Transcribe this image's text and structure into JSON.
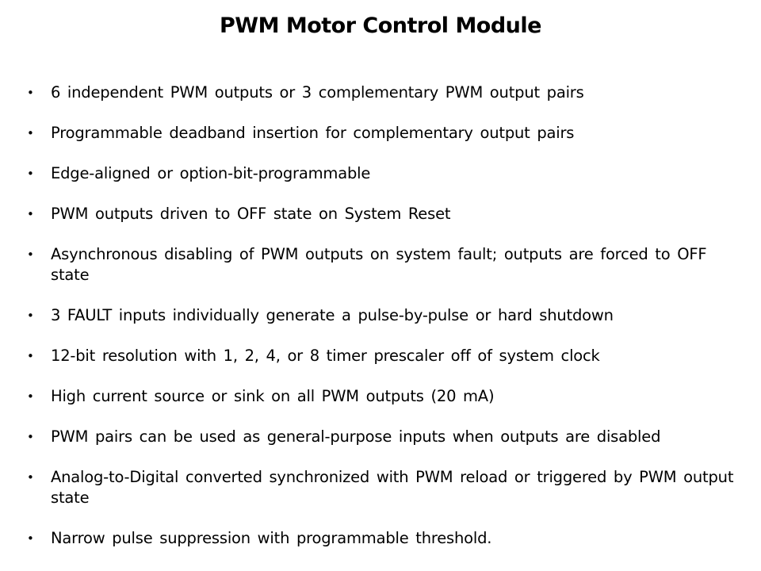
{
  "slide": {
    "title": "PWM Motor Control Module"
  },
  "bullets": {
    "marker": "•",
    "items": [
      "6 independent PWM outputs or 3 complementary PWM output pairs",
      "Programmable deadband insertion for complementary output pairs",
      "Edge-aligned or option-bit-programmable",
      "PWM outputs driven to OFF state on System Reset",
      "Asynchronous disabling of PWM outputs on system fault; outputs are forced to OFF state",
      "3 FAULT inputs individually generate a pulse-by-pulse or hard shutdown",
      "12-bit resolution with 1, 2, 4, or 8 timer prescaler off of system clock",
      "High current source or sink on all PWM outputs (20 mA)",
      "PWM pairs can be used as general-purpose inputs when outputs are disabled",
      "Analog-to-Digital converted synchronized with PWM reload or triggered by PWM output state",
      "Narrow pulse suppression with programmable threshold."
    ]
  },
  "colors": {
    "background": "#ffffff",
    "text": "#000000"
  }
}
